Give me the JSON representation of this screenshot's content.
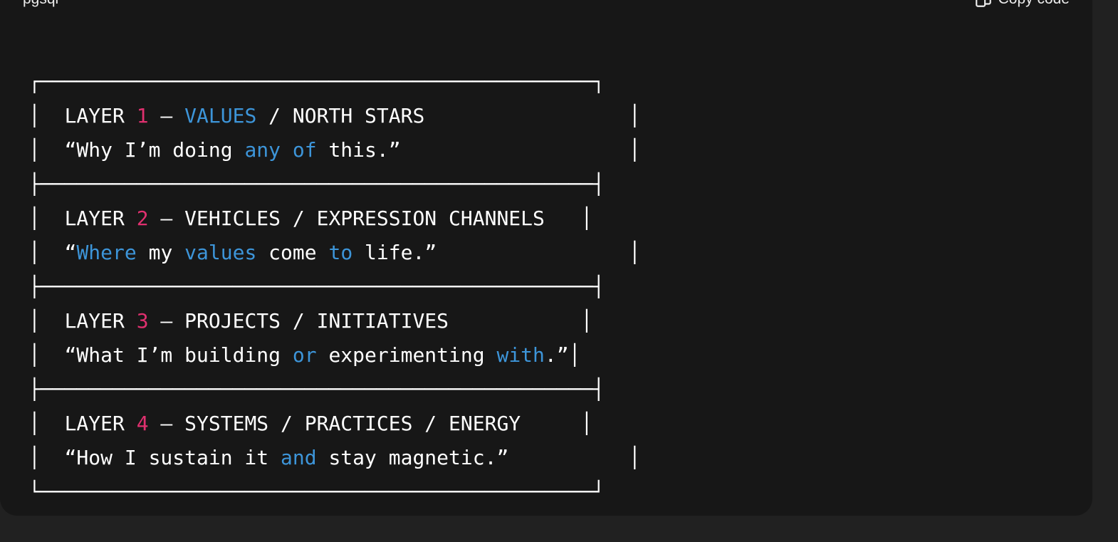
{
  "code_block": {
    "language": "pgsql",
    "copy_label": "Copy code",
    "copy_icon": "copy-icon",
    "colors": {
      "background": "#171717",
      "text": "#ffffff",
      "number": "#e0306f",
      "keyword": "#3d95d9"
    },
    "lines": [
      [
        {
          "t": "┌──────────────────────────────────────────────┐",
          "c": ""
        }
      ],
      [
        {
          "t": "│  LAYER ",
          "c": ""
        },
        {
          "t": "1",
          "c": "number"
        },
        {
          "t": " — ",
          "c": ""
        },
        {
          "t": "VALUES",
          "c": "keyword"
        },
        {
          "t": " / NORTH STARS                 │",
          "c": ""
        }
      ],
      [
        {
          "t": "│  “Why I’m doing ",
          "c": ""
        },
        {
          "t": "any",
          "c": "keyword"
        },
        {
          "t": " ",
          "c": ""
        },
        {
          "t": "of",
          "c": "keyword"
        },
        {
          "t": " this.”                   │",
          "c": ""
        }
      ],
      [
        {
          "t": "├──────────────────────────────────────────────┤",
          "c": ""
        }
      ],
      [
        {
          "t": "│  LAYER ",
          "c": ""
        },
        {
          "t": "2",
          "c": "number"
        },
        {
          "t": " — VEHICLES / EXPRESSION CHANNELS   │",
          "c": ""
        }
      ],
      [
        {
          "t": "│  “",
          "c": ""
        },
        {
          "t": "Where",
          "c": "keyword"
        },
        {
          "t": " my ",
          "c": ""
        },
        {
          "t": "values",
          "c": "keyword"
        },
        {
          "t": " come ",
          "c": ""
        },
        {
          "t": "to",
          "c": "keyword"
        },
        {
          "t": " life.”                │",
          "c": ""
        }
      ],
      [
        {
          "t": "├──────────────────────────────────────────────┤",
          "c": ""
        }
      ],
      [
        {
          "t": "│  LAYER ",
          "c": ""
        },
        {
          "t": "3",
          "c": "number"
        },
        {
          "t": " — PROJECTS / INITIATIVES           │",
          "c": ""
        }
      ],
      [
        {
          "t": "│  “What I’m building ",
          "c": ""
        },
        {
          "t": "or",
          "c": "keyword"
        },
        {
          "t": " experimenting ",
          "c": ""
        },
        {
          "t": "with",
          "c": "keyword"
        },
        {
          "t": ".”│",
          "c": ""
        }
      ],
      [
        {
          "t": "├──────────────────────────────────────────────┤",
          "c": ""
        }
      ],
      [
        {
          "t": "│  LAYER ",
          "c": ""
        },
        {
          "t": "4",
          "c": "number"
        },
        {
          "t": " — SYSTEMS / PRACTICES / ENERGY     │",
          "c": ""
        }
      ],
      [
        {
          "t": "│  “How I sustain it ",
          "c": ""
        },
        {
          "t": "and",
          "c": "keyword"
        },
        {
          "t": " stay magnetic.”          │",
          "c": ""
        }
      ],
      [
        {
          "t": "└──────────────────────────────────────────────┘",
          "c": ""
        }
      ]
    ]
  }
}
